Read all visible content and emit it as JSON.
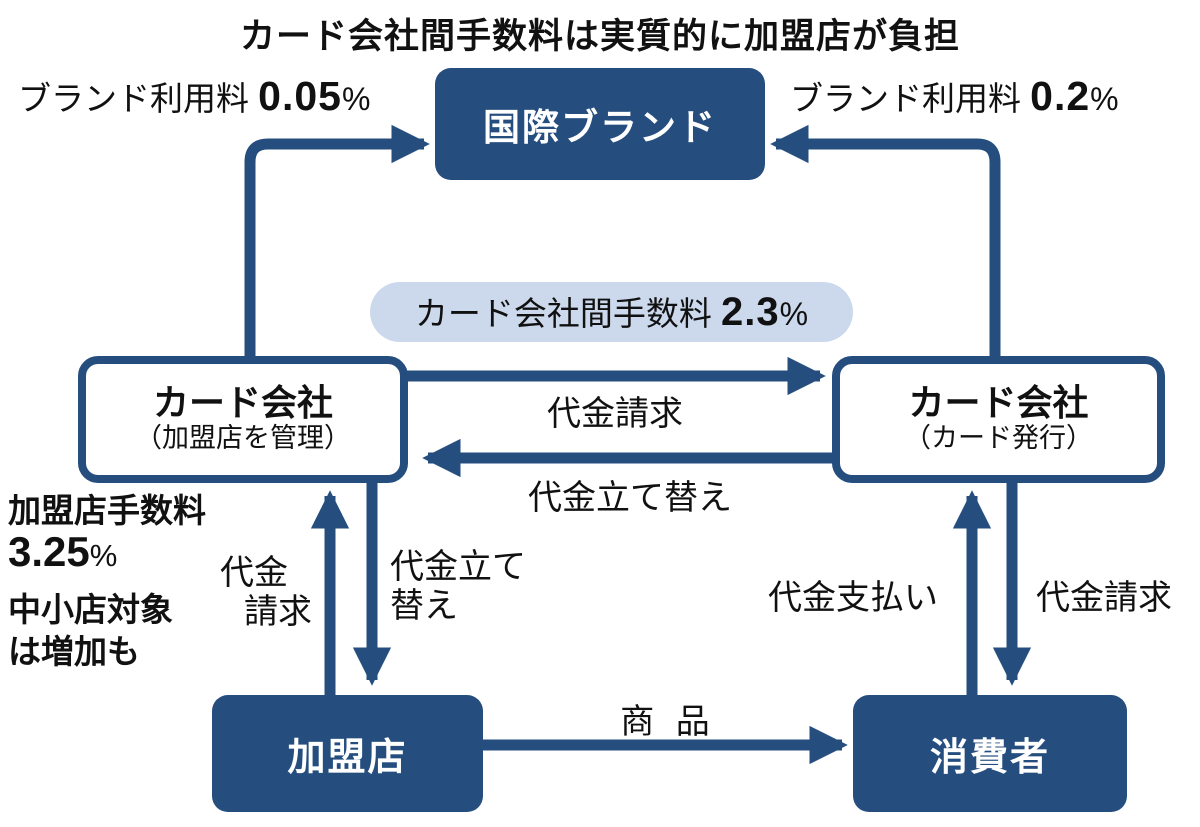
{
  "title": "カード会社間手数料は実質的に加盟店が負担",
  "colors": {
    "dark_blue": "#254e7f",
    "light_blue": "#ccd9ed",
    "text": "#111111",
    "node_text": "#ffffff",
    "background": "#ffffff"
  },
  "nodes": {
    "international_brand": {
      "label": "国際ブランド"
    },
    "card_company_acquirer": {
      "label": "カード会社",
      "sublabel": "（加盟店を管理）"
    },
    "card_company_issuer": {
      "label": "カード会社",
      "sublabel": "（カード発行）"
    },
    "merchant": {
      "label": "加盟店"
    },
    "consumer": {
      "label": "消費者"
    }
  },
  "labels": {
    "brand_fee_left": {
      "text": "ブランド利用料",
      "value": "0.05",
      "unit": "%"
    },
    "brand_fee_right": {
      "text": "ブランド利用料",
      "value": "0.2",
      "unit": "%"
    },
    "interchange_fee": {
      "text": "カード会社間手数料",
      "value": "2.3",
      "unit": "%"
    },
    "merchant_fee": {
      "text": "加盟店手数料",
      "value": "3.25",
      "unit": "%",
      "note1": "中小店対象",
      "note2": "は増加も"
    },
    "flow_billing_top": "代金請求",
    "flow_advance_mid": "代金立て替え",
    "flow_billing_left_line1": "代金",
    "flow_billing_left_line2": "請求",
    "flow_advance_left_line1": "代金立て",
    "flow_advance_left_line2": "替え",
    "flow_payment_right": "代金支払い",
    "flow_billing_right": "代金請求",
    "flow_goods": "商 品"
  }
}
